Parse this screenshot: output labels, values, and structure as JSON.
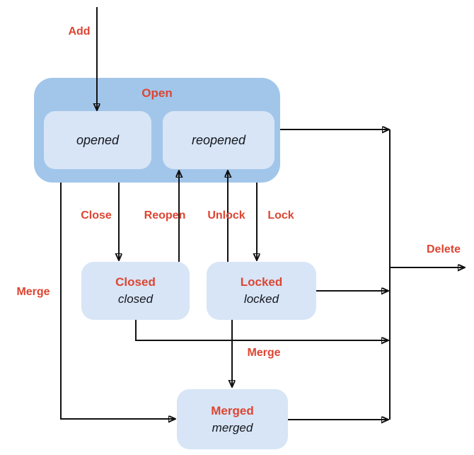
{
  "colors": {
    "background": "#ffffff",
    "group_fill": "#a2c6ea",
    "state_fill": "#d7e5f6",
    "action_red": "#dd4532",
    "state_text": "#15161d",
    "line": "#111111"
  },
  "states": {
    "open": {
      "title": "Open"
    },
    "opened": {
      "label": "opened"
    },
    "reopened": {
      "label": "reopened"
    },
    "closed": {
      "title": "Closed",
      "label": "closed"
    },
    "locked": {
      "title": "Locked",
      "label": "locked"
    },
    "merged": {
      "title": "Merged",
      "label": "merged"
    }
  },
  "transitions": {
    "add": {
      "label": "Add"
    },
    "close": {
      "label": "Close"
    },
    "reopen": {
      "label": "Reopen"
    },
    "unlock": {
      "label": "Unlock"
    },
    "lock": {
      "label": "Lock"
    },
    "merge_open": {
      "label": "Merge"
    },
    "merge_locked": {
      "label": "Merge"
    },
    "delete": {
      "label": "Delete"
    }
  }
}
